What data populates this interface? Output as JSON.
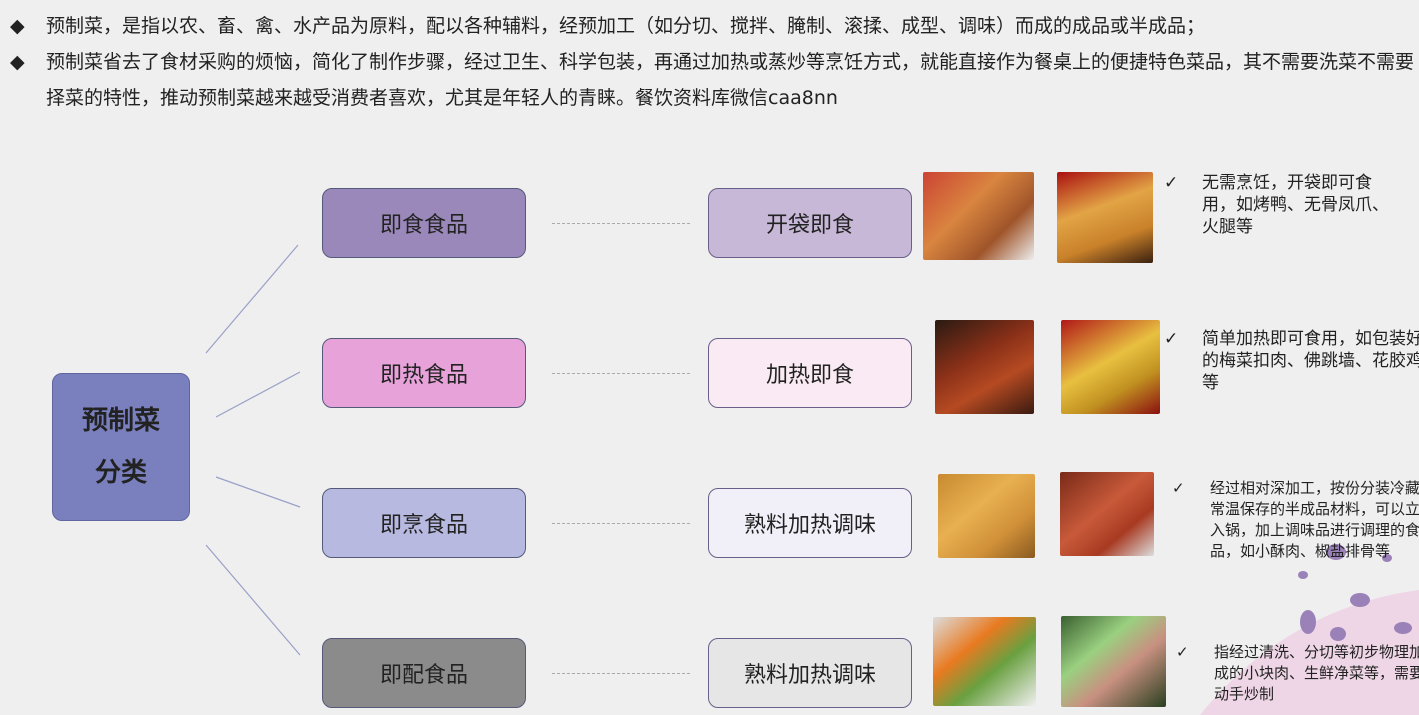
{
  "intro": [
    "预制菜，是指以农、畜、禽、水产品为原料，配以各种辅料，经预加工（如分切、搅拌、腌制、滚揉、成型、调味）而成的成品或半成品；",
    "预制菜省去了食材采购的烦恼，简化了制作步骤，经过卫生、科学包装，再通过加热或蒸炒等烹饪方式，就能直接作为餐桌上的便捷特色菜品，其不需要洗菜不需要择菜的特性，推动预制菜越来越受消费者喜欢，尤其是年轻人的青睐。餐饮资料库微信caa8nn"
  ],
  "bullet": "◆",
  "check": "✓",
  "center": {
    "line1": "预制菜",
    "line2": "分类"
  },
  "categories": [
    {
      "name": "即食食品",
      "sub": "开袋即食",
      "color": "#9b88bb",
      "sub_color": "#c7b8d8",
      "desc": "无需烹饪，开袋即可食用，如烤鸭、无骨凤爪、火腿等"
    },
    {
      "name": "即热食品",
      "sub": "加热即食",
      "color": "#e6a2d9",
      "sub_color": "#f9eaf3",
      "desc": "简单加热即可食用，如包装好的梅菜扣肉、佛跳墙、花胶鸡等"
    },
    {
      "name": "即烹食品",
      "sub": "熟料加热调味",
      "color": "#b8b9e0",
      "sub_color": "#f1f0f8",
      "desc": "经过相对深加工，按份分装冷藏或常温保存的半成品材料，可以立即入锅，加上调味品进行调理的食品，如小酥肉、椒盐排骨等"
    },
    {
      "name": "即配食品",
      "sub": "熟料加热调味",
      "color": "#8b8b8b",
      "sub_color": "#e6e6e6",
      "desc": "指经过清洗、分切等初步物理加工而成的小块肉、生鲜净菜等，需要自己动手炒制"
    }
  ]
}
